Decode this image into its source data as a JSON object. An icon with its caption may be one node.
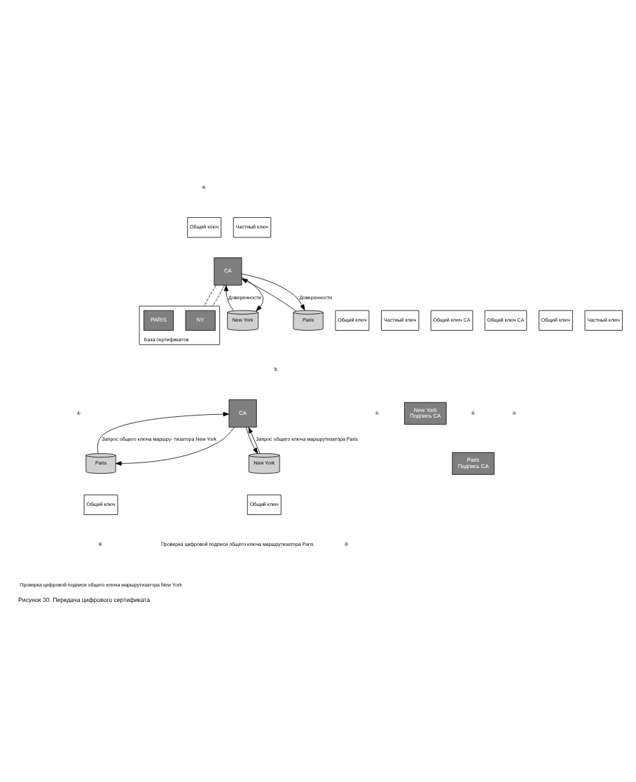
{
  "diagram": {
    "caption": "Рисунок 30. Передача цифрового сертификата",
    "nodes": [
      {
        "text": [
          "CA"
        ]
      },
      {
        "text": [
          "База сертификатов"
        ]
      },
      {
        "text": [
          "NY"
        ],
        "in": 1
      },
      {
        "text": [
          "PARIS"
        ],
        "in": 1
      },
      {
        "text": [
          "New York"
        ]
      },
      {
        "text": [
          "Paris"
        ]
      },
      {
        "text": [
          "Общий ключ"
        ]
      },
      {
        "text": [
          "Частный ключ"
        ]
      },
      {
        "text": [
          "Общий ключ"
        ]
      },
      {
        "text": [
          "Частный ключ"
        ]
      },
      {
        "text": [
          "Общий ключ CA"
        ]
      },
      {
        "text": [
          "Общий ключ CA"
        ]
      },
      {
        "text": [
          "Общий ключ"
        ]
      },
      {
        "text": [
          "Частный ключ"
        ]
      },
      {
        "text": [
          "CA"
        ]
      },
      {
        "text": [
          "New York",
          "Подпись CA"
        ]
      },
      {
        "text": [
          "Paris",
          "Подпись CA"
        ]
      },
      {
        "text": [
          "New York"
        ]
      },
      {
        "text": [
          "Paris"
        ]
      },
      {
        "text": [
          "Общий ключ"
        ]
      },
      {
        "text": [
          "Общий ключ"
        ]
      }
    ],
    "edges": [
      {
        "from": 4,
        "to": 0,
        "arrow": "to",
        "label": "Доверенности"
      },
      {
        "from": 0,
        "to": 4,
        "arrow": "to"
      },
      {
        "from": 0,
        "to": 5,
        "arrow": "to",
        "label": "Доверенности"
      },
      {
        "from": 5,
        "to": 0,
        "arrow": "to"
      },
      {
        "from": 0,
        "to": 1,
        "arrow": "none",
        "style": "dashed"
      },
      {
        "from": 0,
        "to": 1,
        "arrow": "none",
        "style": "dashed"
      },
      {
        "from": 17,
        "to": 14,
        "arrow": "to",
        "label": "Запрос общего ключа маршрутизатора Paris"
      },
      {
        "from": 14,
        "to": 17,
        "arrow": "to"
      },
      {
        "from": 18,
        "to": 14,
        "arrow": "to",
        "label": "Запрос общего ключа маршру- тизатора New York"
      },
      {
        "from": 14,
        "to": 18,
        "arrow": "to"
      }
    ],
    "labels": [
      "a.",
      "b.",
      "⑤",
      "②",
      "①",
      "④",
      "③",
      "Проверка цифровой подписи общего ключа маршрутизатора Paris",
      "⑥",
      "Проверка цифровой подписи общего ключа маршрутизатора New York"
    ]
  }
}
